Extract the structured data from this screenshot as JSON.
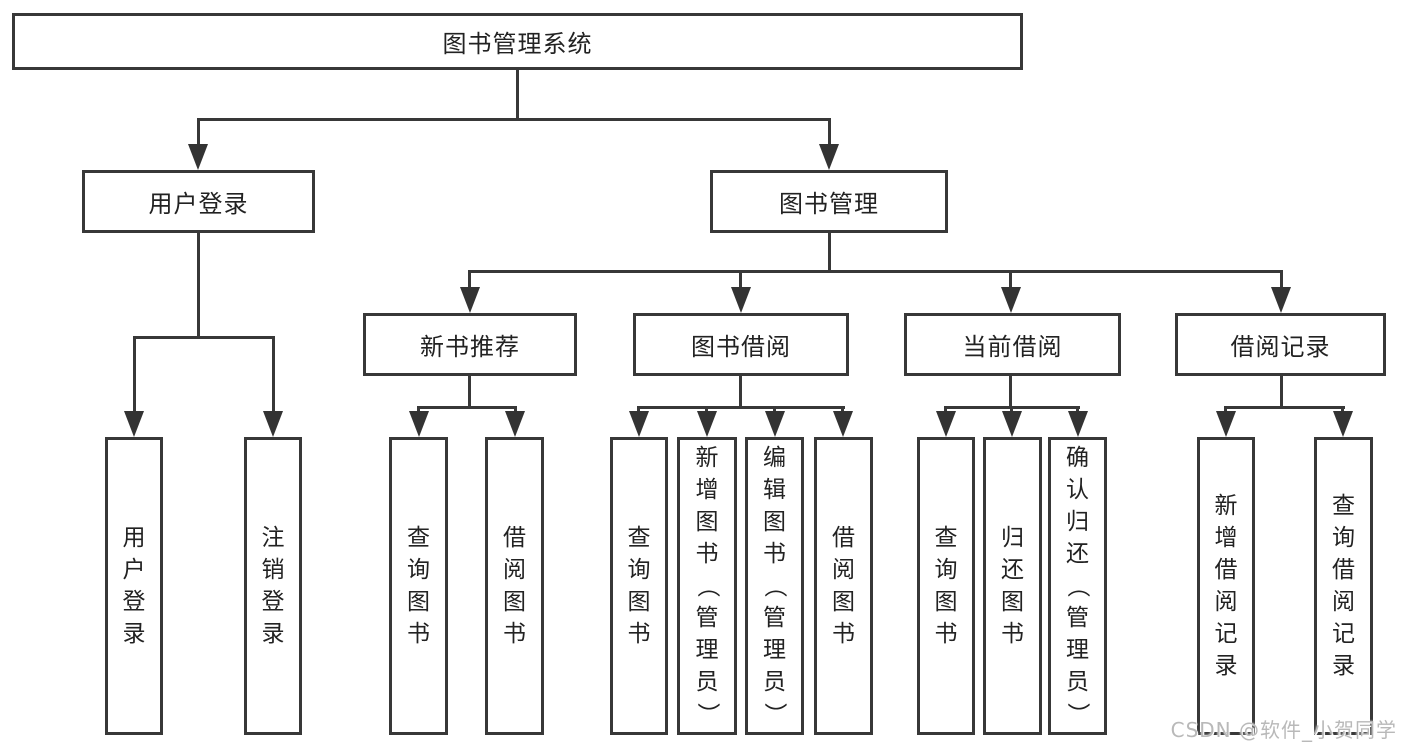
{
  "colors": {
    "line": "#383838",
    "box_border": "#383838",
    "text": "#222222",
    "watermark": "#b9b9b9",
    "background": "#ffffff"
  },
  "watermark": {
    "text": "CSDN @软件_小贺同学"
  },
  "tree": {
    "root": {
      "label": "图书管理系统"
    },
    "branches": [
      {
        "label": "用户登录",
        "children": [
          {
            "label": "用户登录"
          },
          {
            "label": "注销登录"
          }
        ]
      },
      {
        "label": "图书管理",
        "children": [
          {
            "label": "新书推荐",
            "children": [
              {
                "label": "查询图书"
              },
              {
                "label": "借阅图书"
              }
            ]
          },
          {
            "label": "图书借阅",
            "children": [
              {
                "label": "查询图书"
              },
              {
                "label": "新增图书（管理员）"
              },
              {
                "label": "编辑图书（管理员）"
              },
              {
                "label": "借阅图书"
              }
            ]
          },
          {
            "label": "当前借阅",
            "children": [
              {
                "label": "查询图书"
              },
              {
                "label": "归还图书"
              },
              {
                "label": "确认归还（管理员）"
              }
            ]
          },
          {
            "label": "借阅记录",
            "children": [
              {
                "label": "新增借阅记录"
              },
              {
                "label": "查询借阅记录"
              }
            ]
          }
        ]
      }
    ]
  }
}
